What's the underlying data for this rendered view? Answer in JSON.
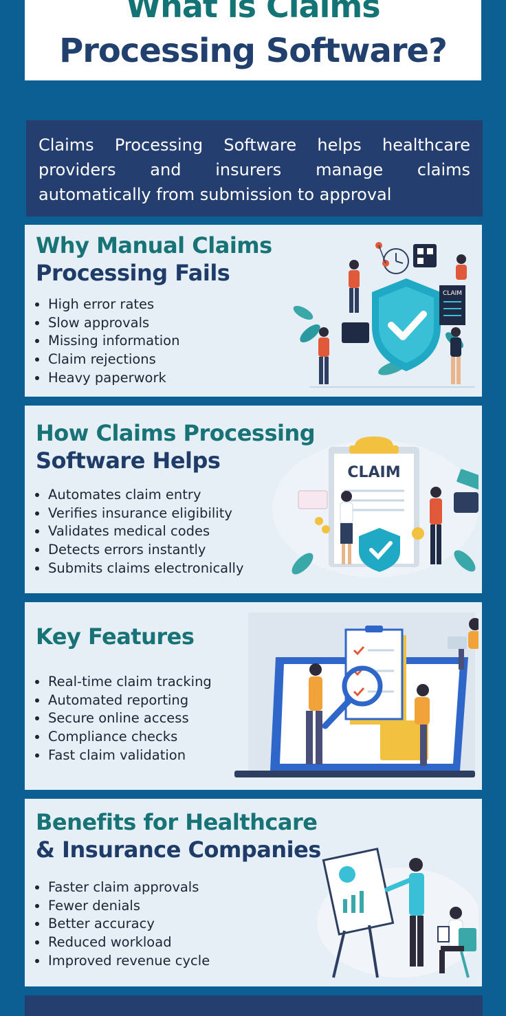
{
  "title": {
    "line1": "What is Claims",
    "line2": "Processing Software?"
  },
  "intro": {
    "text": "Claims Processing Software helps healthcare providers and insurers manage claims automatically from submission to approval"
  },
  "sections": [
    {
      "heading_line1": "Why Manual Claims",
      "heading_line2": "Processing Fails",
      "items": [
        "High error rates",
        "Slow approvals",
        "Missing information",
        "Claim rejections",
        "Heavy paperwork"
      ],
      "illustration": "claims-security-team-illustration"
    },
    {
      "heading_line1": "How Claims Processing",
      "heading_line2": "Software Helps",
      "items": [
        "Automates claim entry",
        "Verifies insurance eligibility",
        "Validates medical codes",
        "Detects errors instantly",
        "Submits claims electronically"
      ],
      "claim_label": "CLAIM",
      "illustration": "claim-clipboard-illustration"
    },
    {
      "heading_line1": "Key Features",
      "items": [
        "Real-time claim tracking",
        "Automated reporting",
        "Secure online access",
        "Compliance checks",
        "Fast claim validation"
      ],
      "illustration": "laptop-checklist-illustration"
    },
    {
      "heading_line1": "Benefits for Healthcare",
      "heading_line2": "& Insurance Companies",
      "items": [
        "Faster claim approvals",
        "Fewer denials",
        "Better accuracy",
        "Reduced workload",
        "Improved revenue cycle"
      ],
      "illustration": "presentation-board-illustration"
    }
  ],
  "small_claim_label": "CLAIM",
  "colors": {
    "background": "#0b5f93",
    "navy": "#243e6f",
    "teal": "#177375",
    "card": "#e6eef6"
  }
}
